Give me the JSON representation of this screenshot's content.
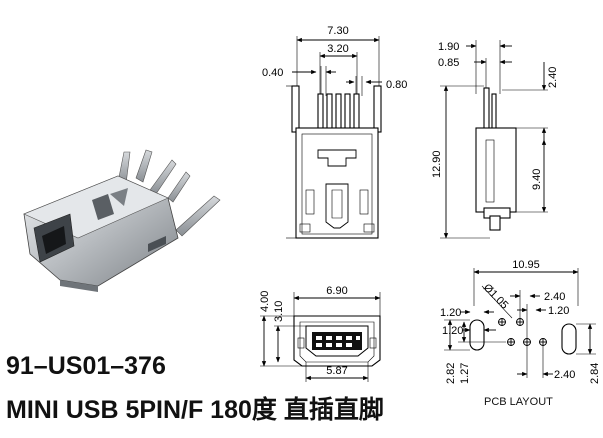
{
  "product": {
    "part_number": "91–US01–376",
    "description": "MINI USB 5PIN/F 180度 直插直脚"
  },
  "front_view": {
    "width": "7.30",
    "pin_span": "3.20",
    "pin_width": "0.40",
    "pin_pitch": "0.80",
    "height": "12.90",
    "body_height": "9.40"
  },
  "side_view": {
    "depth": "1.90",
    "pin_thickness": "0.85",
    "pin_length": "2.40"
  },
  "bottom_view": {
    "width": "6.90",
    "inner_width": "5.87",
    "height": "4.00",
    "inner_height": "3.10"
  },
  "pcb_layout": {
    "label": "PCB LAYOUT",
    "width": "10.95",
    "hole_dia": "Ø1.05",
    "row_spacing": "1.20",
    "row_offset": "1.20",
    "pitch_top": "2.40",
    "pitch_top2": "1.20",
    "pitch_bottom": "2.40",
    "height_a": "2.82",
    "height_b": "1.27",
    "height_c": "2.84"
  },
  "colors": {
    "line": "#000000",
    "metal_light": "#d9dcdf",
    "metal_dark": "#6f7479"
  }
}
